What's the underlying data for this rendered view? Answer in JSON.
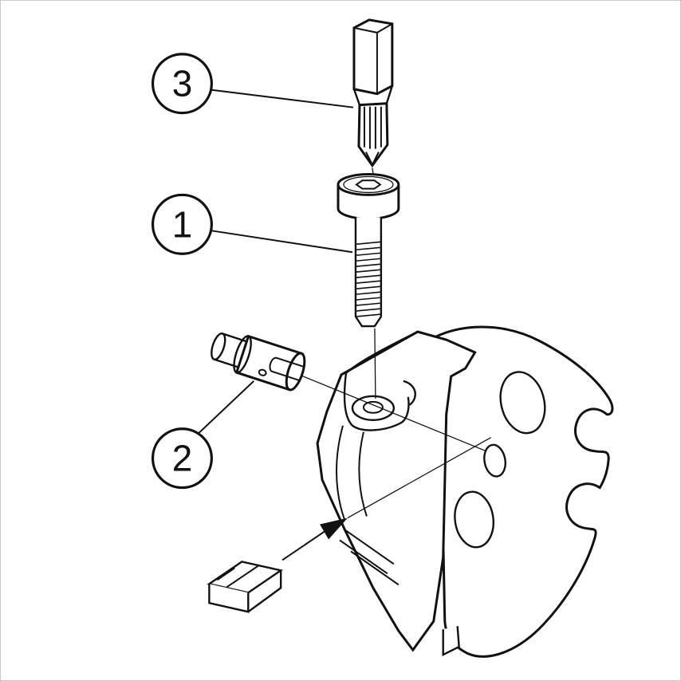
{
  "figure": {
    "description": "Exploded assembly line drawing of a grooving/parting tool head showing clamp screw, lock pin, torx key, cutter body and cutting insert",
    "background_color": "#ffffff",
    "line_color": "#111111",
    "border_color": "#c9c9c9"
  },
  "callouts": [
    {
      "label": "3",
      "target": "torx-key"
    },
    {
      "label": "1",
      "target": "clamp-screw"
    },
    {
      "label": "2",
      "target": "lock-pin"
    }
  ],
  "parts": [
    {
      "name": "torx-key"
    },
    {
      "name": "clamp-screw"
    },
    {
      "name": "lock-pin"
    },
    {
      "name": "cutter-body"
    },
    {
      "name": "cutting-insert"
    },
    {
      "name": "insert-direction-arrow"
    }
  ]
}
